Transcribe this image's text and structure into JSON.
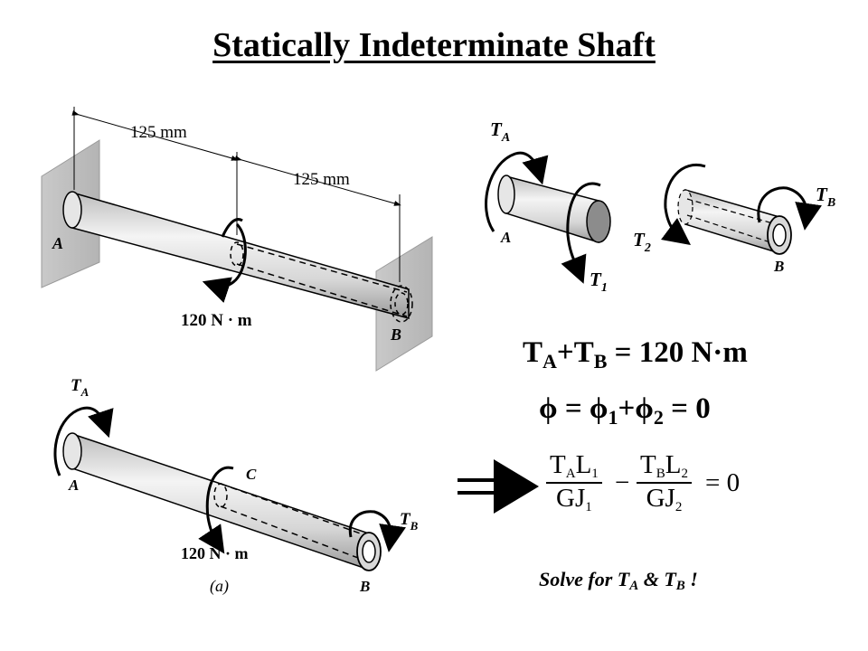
{
  "title": "Statically Indeterminate Shaft",
  "figure_top": {
    "dim1": "125 mm",
    "dim2": "125 mm",
    "torque": "120 N · m",
    "label_a": "A",
    "label_b": "B"
  },
  "figure_fbd": {
    "ta_main": "T",
    "ta_sub": "A",
    "t1_main": "T",
    "t1_sub": "1",
    "t2_main": "T",
    "t2_sub": "2",
    "tb_main": "T",
    "tb_sub": "B",
    "label_a": "A",
    "label_b": "B"
  },
  "figure_bottom": {
    "ta_main": "T",
    "ta_sub": "A",
    "tb_main": "T",
    "tb_sub": "B",
    "label_a": "A",
    "label_c": "C",
    "label_b": "B",
    "torque": "120 N · m",
    "caption": "(a)"
  },
  "equations": {
    "eq1": {
      "t1": "T",
      "s1": "A",
      "plus": "+T",
      "s2": "B",
      "rest": " = 120 N·m"
    },
    "eq2": {
      "phi": "ϕ",
      "eq": " = ϕ",
      "s1": "1",
      "plus": "+ϕ",
      "s2": "2",
      "rest": " = 0"
    },
    "frac1": {
      "num_t": "T",
      "num_ts": "A",
      "num_l": "L",
      "num_ls": "1",
      "den": "GJ",
      "den_s": "1"
    },
    "minus": "−",
    "frac2": {
      "num_t": "T",
      "num_ts": "B",
      "num_l": "L",
      "num_ls": "2",
      "den": "GJ",
      "den_s": "2"
    },
    "rhs": "= 0"
  },
  "solve": {
    "text": "Solve for T",
    "s1": "A",
    "amp": " & T",
    "s2": "B",
    "end": " !"
  }
}
